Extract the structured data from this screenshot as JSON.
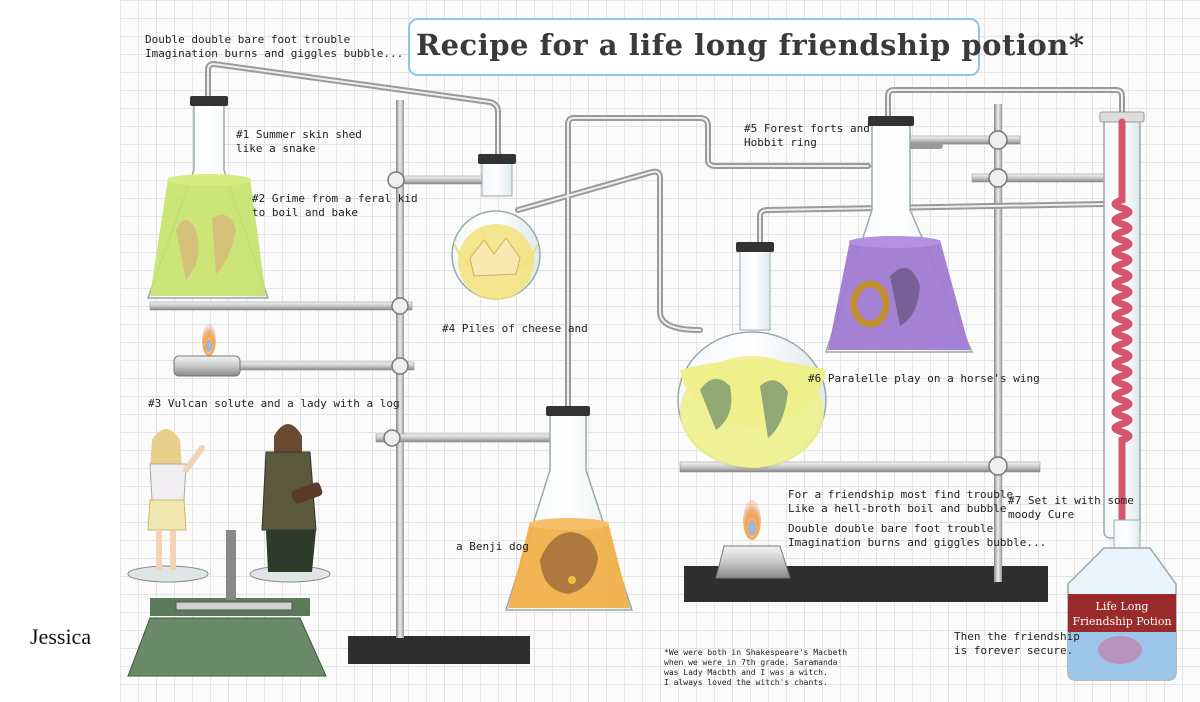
{
  "title": "Recipe for a life  long friendship potion*",
  "signature": "Jessica",
  "chant_top": "Double double bare foot trouble\nImagination burns and giggles bubble...",
  "steps": {
    "s1": "#1  Summer skin shed\n      like a snake",
    "s2": "#2 Grime from a feral kid\n    to boil and bake",
    "s3": "#3 Vulcan solute and a lady with a log",
    "s4": "#4 Piles of cheese and",
    "s4b": "a Benji dog",
    "s5": "#5 Forest forts and\n   Hobbit ring",
    "s6": "#6 Paralelle play on a horse's wing",
    "s7": "#7 Set it with some\n   moody Cure"
  },
  "chant_bottom_1": "For a friendship most find trouble\nLike a hell-broth boil and bubble",
  "chant_bottom_2": "Double double bare foot trouble\nImagination burns and giggles bubble...",
  "ending": "Then the friendship\n is forever secure.",
  "footnote": "*We were both in Shakespeare's Macbeth\nwhen we were in 7th grade. Saramanda\nwas Lady Macbth and I was a witch.\nI always loved the witch's chants.",
  "potion_label": {
    "line1": "Life Long",
    "line2": "Friendship Potion"
  },
  "colors": {
    "green_liquid": "#c7e26a",
    "yellow_liquid": "#f2e27a",
    "orange_liquid": "#f2b04a",
    "purple_liquid": "#a07ad2",
    "pink_coil": "#d8546e",
    "label_red": "#9b2a2a",
    "potion_blue": "#9cc6ea",
    "title_border": "#8cc7e4"
  },
  "icons": [
    "flask-icon",
    "burner-flame-icon",
    "scale-icon",
    "ring-stand-icon",
    "condenser-coil-icon",
    "potion-bottle-icon"
  ]
}
